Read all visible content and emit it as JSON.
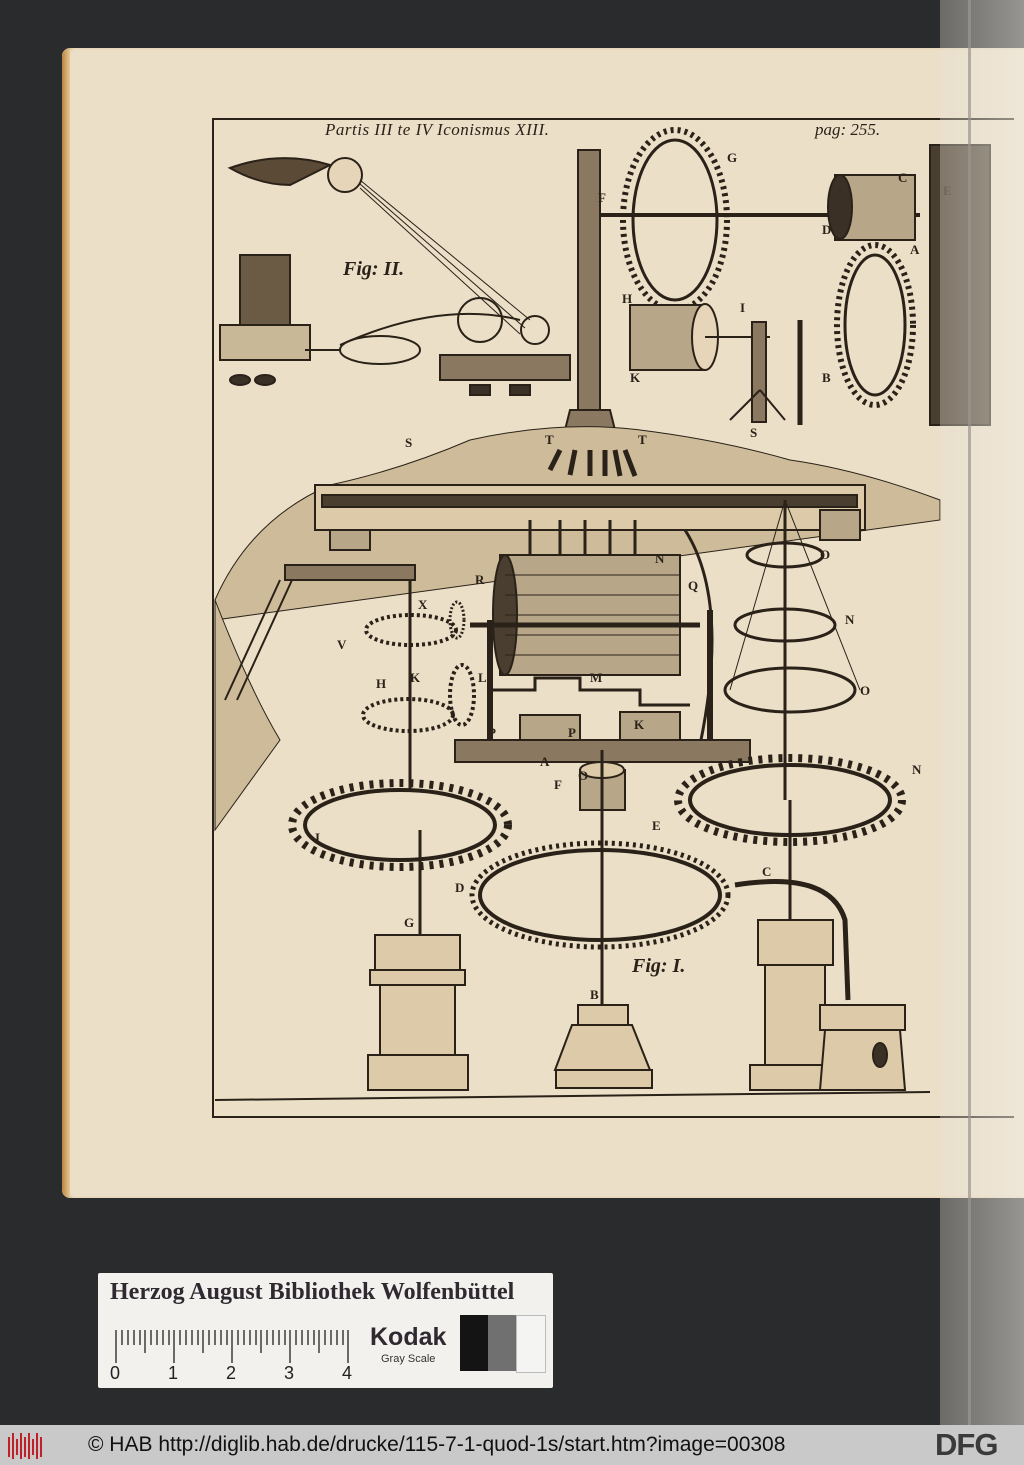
{
  "document": {
    "type": "digitized engraved plate",
    "plate_caption_left": "Partis III te IV Iconismus XIII.",
    "plate_caption_right": "pag: 255.",
    "figures": [
      {
        "label": "Fig: II.",
        "description": "Wind head blowing on sail-wheel machine pulling a block by chain and pulley"
      },
      {
        "label": "Fig: I.",
        "description": "Perpetual motion machine with cylinder, toothed wheels and pedestals"
      }
    ],
    "upper_right_letters": [
      "G",
      "F",
      "C",
      "E",
      "D",
      "A",
      "H",
      "I",
      "K",
      "B",
      "S"
    ],
    "hill_letters": [
      "S",
      "T",
      "T"
    ],
    "fig1_letters": [
      "R",
      "Q",
      "X",
      "V",
      "N",
      "O",
      "N",
      "O",
      "H",
      "K",
      "L",
      "M",
      "P",
      "P",
      "K",
      "A",
      "F",
      "O",
      "N",
      "I",
      "E",
      "C",
      "D",
      "G",
      "B"
    ]
  },
  "calibration_card": {
    "title": "Herzog August Bibliothek Wolfenbüttel",
    "ruler_numbers": [
      "0",
      "1",
      "2",
      "3",
      "4"
    ],
    "brand": "Kodak",
    "brand_sub": "Gray Scale",
    "swatches": [
      "#141414",
      "#707070",
      "#f4f4f2"
    ]
  },
  "footer": {
    "text": "© HAB http://diglib.hab.de/drucke/115-7-1-quod-1s/start.htm?image=00308",
    "logo_right": "DFG"
  },
  "colors": {
    "paper": "#ecdfc8",
    "ink": "#2a2218",
    "background": "#2b2c2d",
    "footer_bg": "#c9c9c9"
  }
}
